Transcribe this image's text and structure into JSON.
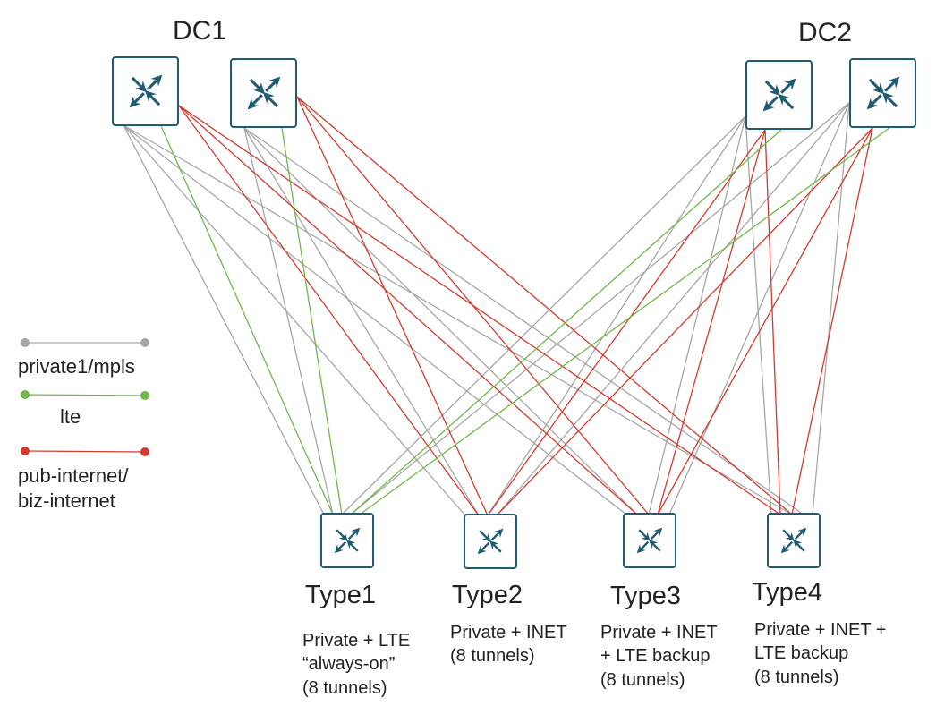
{
  "colors": {
    "private": "#a6a6a6",
    "lte": "#70b84a",
    "internet": "#d23a30",
    "router_border": "#1f5c70",
    "router_arrow": "#1f5c70"
  },
  "router_icon": "router-arrows-icon",
  "datacenters": [
    {
      "id": "dc1",
      "label": "DC1"
    },
    {
      "id": "dc2",
      "label": "DC2"
    }
  ],
  "sites": [
    {
      "id": "type1",
      "title": "Type1",
      "desc": [
        "Private + LTE",
        "“always-on”",
        "(8 tunnels)"
      ]
    },
    {
      "id": "type2",
      "title": "Type2",
      "desc": [
        "Private + INET",
        "(8 tunnels)"
      ]
    },
    {
      "id": "type3",
      "title": "Type3",
      "desc": [
        "Private + INET",
        "+ LTE backup",
        "(8 tunnels)"
      ]
    },
    {
      "id": "type4",
      "title": "Type4",
      "desc": [
        "Private + INET +",
        "LTE backup",
        "(8 tunnels)"
      ]
    }
  ],
  "legend": [
    {
      "kind": "private",
      "lines": [
        "private1/mpls"
      ]
    },
    {
      "kind": "lte",
      "lines": [
        "lte"
      ]
    },
    {
      "kind": "internet",
      "lines": [
        "pub-internet/",
        "biz-internet"
      ]
    }
  ]
}
